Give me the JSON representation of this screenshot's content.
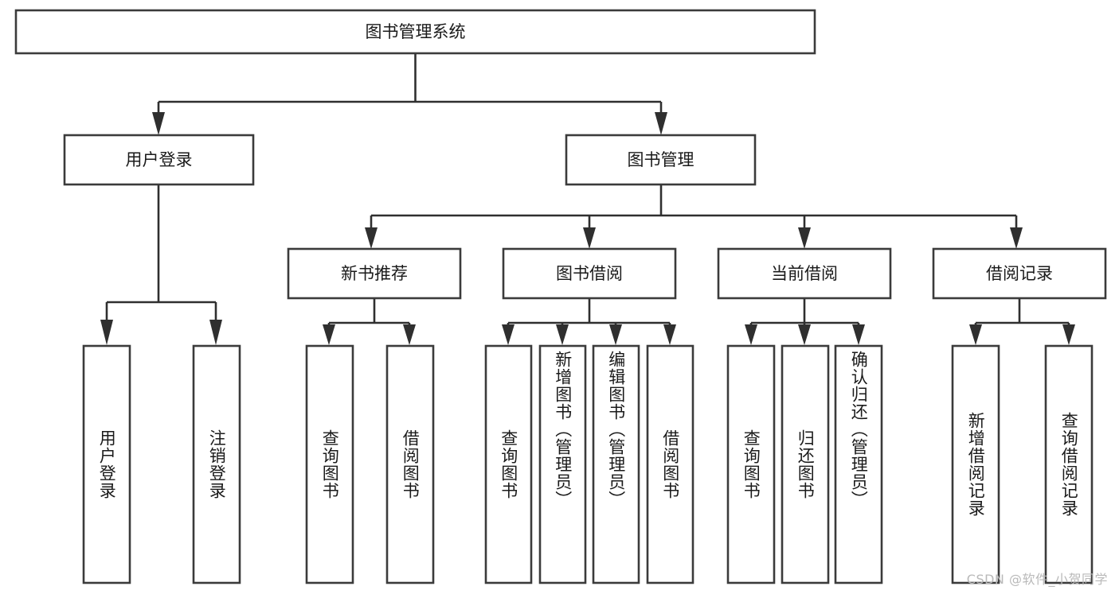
{
  "diagram": {
    "title": "图书管理系统",
    "type": "tree",
    "root": {
      "id": "root",
      "label": "图书管理系统",
      "orientation": "horizontal"
    },
    "level2": [
      {
        "id": "user-login",
        "label": "用户登录",
        "orientation": "horizontal"
      },
      {
        "id": "book-manage",
        "label": "图书管理",
        "orientation": "horizontal"
      }
    ],
    "level3": [
      {
        "id": "new-book-rec",
        "label": "新书推荐",
        "orientation": "horizontal",
        "parent": "book-manage"
      },
      {
        "id": "book-borrow",
        "label": "图书借阅",
        "orientation": "horizontal",
        "parent": "book-manage"
      },
      {
        "id": "current-borrow",
        "label": "当前借阅",
        "orientation": "horizontal",
        "parent": "book-manage"
      },
      {
        "id": "borrow-record",
        "label": "借阅记录",
        "orientation": "horizontal",
        "parent": "book-manage"
      }
    ],
    "leaves": [
      {
        "id": "leaf-user-login",
        "label": "用户登录",
        "parent": "user-login",
        "orientation": "vertical"
      },
      {
        "id": "leaf-logout",
        "label": "注销登录",
        "parent": "user-login",
        "orientation": "vertical"
      },
      {
        "id": "leaf-query-book-1",
        "label": "查询图书",
        "parent": "new-book-rec",
        "orientation": "vertical"
      },
      {
        "id": "leaf-borrow-book-1",
        "label": "借阅图书",
        "parent": "new-book-rec",
        "orientation": "vertical"
      },
      {
        "id": "leaf-query-book-2",
        "label": "查询图书",
        "parent": "book-borrow",
        "orientation": "vertical"
      },
      {
        "id": "leaf-add-book",
        "label": "新增图书（管理员）",
        "parent": "book-borrow",
        "orientation": "vertical"
      },
      {
        "id": "leaf-edit-book",
        "label": "编辑图书（管理员）",
        "parent": "book-borrow",
        "orientation": "vertical"
      },
      {
        "id": "leaf-borrow-book-2",
        "label": "借阅图书",
        "parent": "book-borrow",
        "orientation": "vertical"
      },
      {
        "id": "leaf-query-book-3",
        "label": "查询图书",
        "parent": "current-borrow",
        "orientation": "vertical"
      },
      {
        "id": "leaf-return-book",
        "label": "归还图书",
        "parent": "current-borrow",
        "orientation": "vertical"
      },
      {
        "id": "leaf-confirm-return",
        "label": "确认归还（管理员）",
        "parent": "current-borrow",
        "orientation": "vertical"
      },
      {
        "id": "leaf-add-record",
        "label": "新增借阅记录",
        "parent": "borrow-record",
        "orientation": "vertical"
      },
      {
        "id": "leaf-query-record",
        "label": "查询借阅记录",
        "parent": "borrow-record",
        "orientation": "vertical"
      }
    ],
    "watermark": "CSDN @软件_小贺同学",
    "colors": {
      "box_stroke": "#3b3b3b",
      "box_fill": "#ffffff",
      "connector": "#2f2f2f",
      "text": "#1a1a1a",
      "watermark": "#b9b9b9",
      "background": "#ffffff"
    }
  }
}
